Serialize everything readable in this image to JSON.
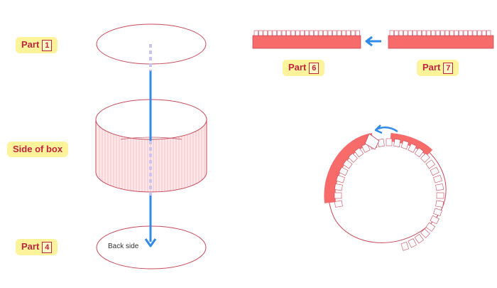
{
  "labels": {
    "part1": {
      "text": "Part",
      "num": "1"
    },
    "side_of_box": {
      "text": "Side of box"
    },
    "part4": {
      "text": "Part",
      "num": "4"
    },
    "part6": {
      "text": "Part",
      "num": "6"
    },
    "part7": {
      "text": "Part",
      "num": "7"
    }
  },
  "notes": {
    "back_side": "Back side"
  },
  "colors": {
    "outline": "#c84a5a",
    "label_bg": "#fdf39a",
    "label_text": "#c0253f",
    "strip_fill": "#f76b6b",
    "arrow_blue": "#2f8be6",
    "dash_lavender": "#c9c3f0"
  }
}
